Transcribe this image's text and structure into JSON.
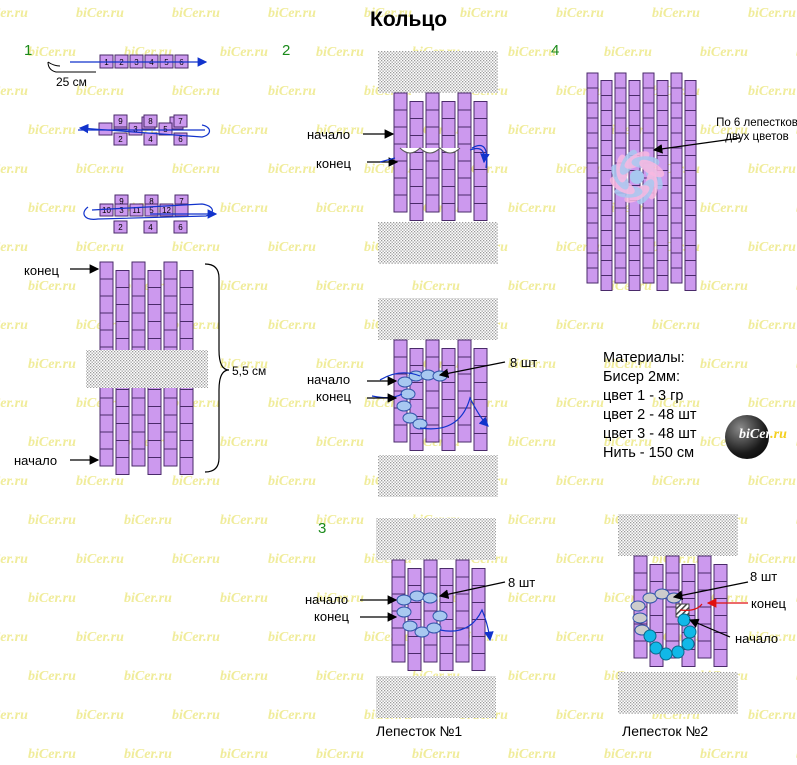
{
  "title": "Кольцо",
  "watermark": "biCer.ru",
  "steps": {
    "s1": "1",
    "s2": "2",
    "s3": "3",
    "s4": "4"
  },
  "step1": {
    "length_label": "25 см",
    "row1_numbers": [
      "1",
      "2",
      "3",
      "4",
      "5",
      "6"
    ],
    "row2_top": [
      "9",
      "8",
      "7"
    ],
    "row2_mid": [
      "3",
      "5"
    ],
    "row2_bottom": [
      "2",
      "4",
      "6"
    ],
    "row3_top": [
      "9",
      "8",
      "7"
    ],
    "row3_mid": [
      "10",
      "3",
      "11",
      "5",
      "12"
    ],
    "row3_bottom": [
      "2",
      "4",
      "6"
    ],
    "end_label": "конец",
    "start_label": "начало",
    "height_label": "5,5 см"
  },
  "step2": {
    "start_label": "начало",
    "end_label": "конец",
    "count_label": "8 шт",
    "start_label2": "начало",
    "end_label2": "конец"
  },
  "step3": {
    "count_label_1": "8 шт",
    "start_label_1": "начало",
    "end_label_1": "конец",
    "caption_1": "Лепесток №1",
    "count_label_2": "8 шт",
    "end_label_2": "конец",
    "start_label_2": "начало",
    "caption_2": "Лепесток №2"
  },
  "step4": {
    "petals_label": "По 6 лепестков двух цветов"
  },
  "materials": {
    "heading": "Материалы:",
    "beads": "Бисер 2мм:",
    "color1": "цвет 1 - 3 гр",
    "color2": "цвет 2 - 48 шт",
    "color3": "цвет 3 - 48 шт",
    "thread": "Нить - 150 см"
  },
  "logo": {
    "text_main": "biCer",
    "text_tld": ".ru"
  },
  "colors": {
    "bead_fill": "#cc99ee",
    "bead_stroke": "#4a2a6a",
    "arrow": "#1133cc",
    "label_green": "#1a8a1a",
    "petal_blue": "#a8c8f0",
    "petal_pink": "#f8b8e0",
    "cyan_bead": "#11b8e8",
    "red_arrow": "#e01010",
    "watermark": "#f0ec9a"
  }
}
